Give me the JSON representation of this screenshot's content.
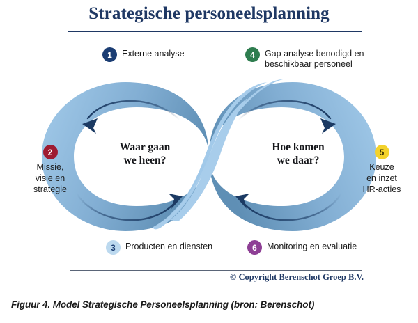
{
  "figure": {
    "title": "Strategische personeelsplanning",
    "caption": "Figuur 4. Model Strategische Personeelsplanning (bron: Berenschot)",
    "copyright": "© Copyright Berenschot Groep B.V."
  },
  "loop": {
    "left_caption": "Waar gaan\nwe heen?",
    "right_caption": "Hoe komen\nwe daar?"
  },
  "steps": {
    "one": {
      "number": "1",
      "label": "Externe analyse",
      "color": "#1b3d73"
    },
    "two": {
      "number": "2",
      "label": "Missie,\nvisie en\nstrategie",
      "color": "#9e1b32"
    },
    "three": {
      "number": "3",
      "label": "Producten en diensten",
      "color": "#bcd9ef"
    },
    "four": {
      "number": "4",
      "label": "Gap analyse benodigd en\nbeschikbaar personeel",
      "color": "#2e7d4f"
    },
    "five": {
      "number": "5",
      "label": "Keuze\nen inzet\nHR-acties",
      "color": "#f3d22b"
    },
    "six": {
      "number": "6",
      "label": "Monitoring en evaluatie",
      "color": "#8e3f95"
    }
  },
  "colors": {
    "title_navy": "#1f3864",
    "band_light": "#a3cbea",
    "band_shadow": "#5f8fb5",
    "arrow_navy": "#1b3a63",
    "page_background": "#ffffff"
  },
  "chart_data": {
    "type": "diagram",
    "shape": "infinity-loop",
    "title": "Strategische personeelsplanning",
    "nodes": [
      {
        "id": 1,
        "label": "Externe analyse",
        "position": "top-left"
      },
      {
        "id": 2,
        "label": "Missie, visie en strategie",
        "position": "left"
      },
      {
        "id": 3,
        "label": "Producten en diensten",
        "position": "bottom-left"
      },
      {
        "id": 4,
        "label": "Gap analyse benodigd en beschikbaar personeel",
        "position": "top-right"
      },
      {
        "id": 5,
        "label": "Keuze en inzet HR-acties",
        "position": "right"
      },
      {
        "id": 6,
        "label": "Monitoring en evaluatie",
        "position": "bottom-right"
      }
    ],
    "lobes": [
      {
        "side": "left",
        "question": "Waar gaan we heen?",
        "steps": [
          1,
          2,
          3
        ]
      },
      {
        "side": "right",
        "question": "Hoe komen we daar?",
        "steps": [
          4,
          5,
          6
        ]
      }
    ],
    "arrows": 4,
    "legend position": "none"
  }
}
